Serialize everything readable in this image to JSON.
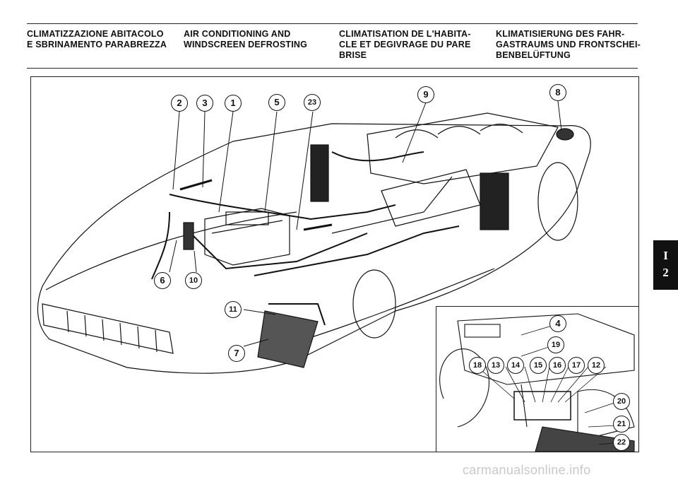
{
  "headers": [
    {
      "lines": [
        "CLIMATIZZAZIONE ABITACOLO",
        "E SBRINAMENTO PARABREZZA"
      ]
    },
    {
      "lines": [
        "AIR CONDITIONING AND",
        "WINDSCREEN DEFROSTING"
      ]
    },
    {
      "lines": [
        "CLIMATISATION DE L'HABITA-",
        "CLE ET DEGIVRAGE DU PARE",
        "BRISE"
      ]
    },
    {
      "lines": [
        "KLIMATISIERUNG DES FAHR-",
        "GASTRAUMS UND FRONTSCHEI-",
        "BENBELÜFTUNG"
      ]
    }
  ],
  "section_tab": {
    "top": "I",
    "bottom": "2"
  },
  "callouts": {
    "c2": "2",
    "c3": "3",
    "c1": "1",
    "c5": "5",
    "c23": "23",
    "c9": "9",
    "c8": "8",
    "c6": "6",
    "c10": "10",
    "c11": "11",
    "c7": "7",
    "c4": "4",
    "c19": "19",
    "c18": "18",
    "c13": "13",
    "c14": "14",
    "c15": "15",
    "c16": "16",
    "c17": "17",
    "c12": "12",
    "c20": "20",
    "c21": "21",
    "c22": "22"
  },
  "watermark": "carmanualsonline.info"
}
